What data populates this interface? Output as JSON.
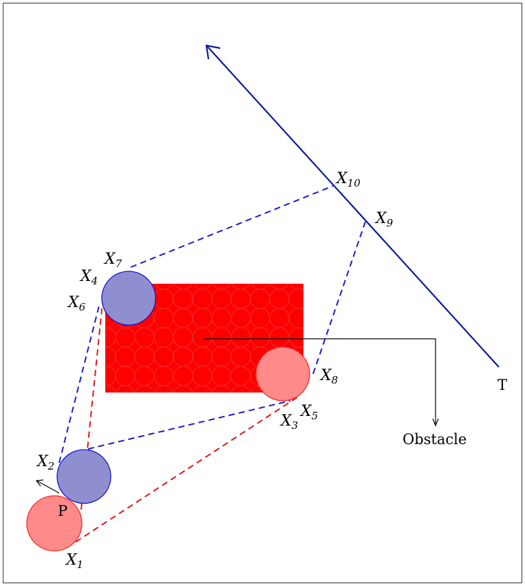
{
  "diagram": {
    "labels": {
      "x1": {
        "main": "X",
        "sub": "1"
      },
      "x2": {
        "main": "X",
        "sub": "2"
      },
      "x3": {
        "main": "X",
        "sub": "3"
      },
      "x4": {
        "main": "X",
        "sub": "4"
      },
      "x5": {
        "main": "X",
        "sub": "5"
      },
      "x6": {
        "main": "X",
        "sub": "6"
      },
      "x7": {
        "main": "X",
        "sub": "7"
      },
      "x8": {
        "main": "X",
        "sub": "8"
      },
      "x9": {
        "main": "X",
        "sub": "9"
      },
      "x10": {
        "main": "X",
        "sub": "10"
      }
    },
    "p_label": "P",
    "t_label": "T",
    "obstacle_label": "Obstacle",
    "colors": {
      "obstacle": "#ff0000",
      "red_disk_fill": "#ff8a8a",
      "red_disk_stroke": "#ff2222",
      "blue_disk_fill": "#8f8fd0",
      "blue_disk_stroke": "#1414d2",
      "blue_dash": "#1a1acc",
      "red_dash": "#e01616",
      "trajectory": "#0a1a9a"
    }
  }
}
